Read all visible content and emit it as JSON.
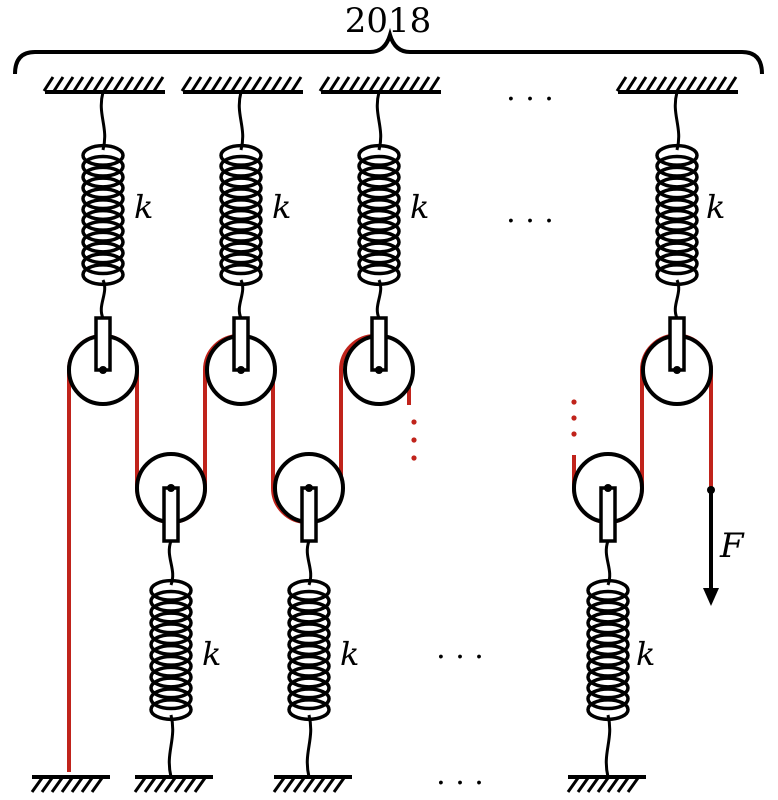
{
  "diagram": {
    "brace_label": "2018",
    "spring_label": "k",
    "force_label": "F",
    "ellipsis": ". . .",
    "rope_color": "#c0231b",
    "line_color": "#000000"
  }
}
